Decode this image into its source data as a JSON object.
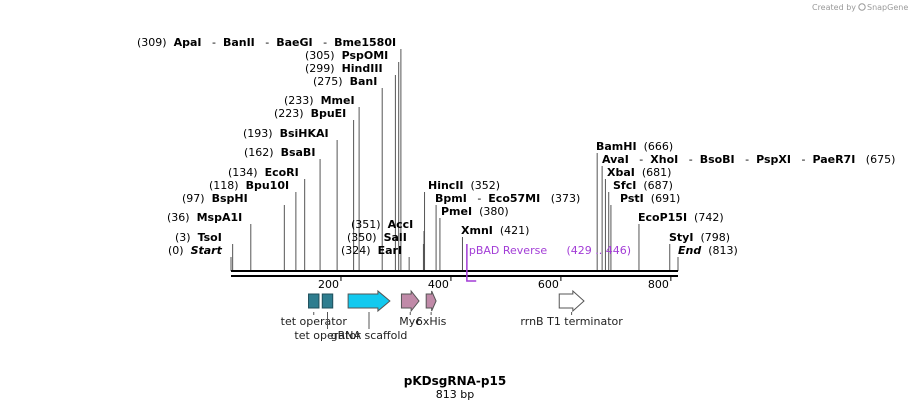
{
  "watermark": {
    "text": "Created by",
    "brand": "SnapGene"
  },
  "map": {
    "name": "pKDsgRNA-p15",
    "length_text": "813 bp",
    "length": 813,
    "ticks": [
      {
        "pos": 200,
        "label": "200"
      },
      {
        "pos": 400,
        "label": "400"
      },
      {
        "pos": 600,
        "label": "600"
      },
      {
        "pos": 800,
        "label": "800"
      }
    ]
  },
  "sites": [
    {
      "id": "apai",
      "pos": 309,
      "parts": [
        {
          "t": "(309)  ",
          "w": "n"
        },
        {
          "t": "ApaI",
          "w": "b"
        },
        {
          "t": "   -  ",
          "w": "n"
        },
        {
          "t": "BanII",
          "w": "b"
        },
        {
          "t": "   -  ",
          "w": "n"
        },
        {
          "t": "BaeGI",
          "w": "b"
        },
        {
          "t": "   -  ",
          "w": "n"
        },
        {
          "t": "Bme1580I",
          "w": "b"
        }
      ]
    },
    {
      "id": "pspomi",
      "pos": 305,
      "parts": [
        {
          "t": "(305)  ",
          "w": "n"
        },
        {
          "t": "PspOMI",
          "w": "b"
        }
      ]
    },
    {
      "id": "hindiii",
      "pos": 299,
      "parts": [
        {
          "t": "(299)  ",
          "w": "n"
        },
        {
          "t": "HindIII",
          "w": "b"
        }
      ]
    },
    {
      "id": "bani",
      "pos": 275,
      "parts": [
        {
          "t": "(275)  ",
          "w": "n"
        },
        {
          "t": "BanI",
          "w": "b"
        }
      ]
    },
    {
      "id": "mmei",
      "pos": 233,
      "parts": [
        {
          "t": "(233)  ",
          "w": "n"
        },
        {
          "t": "MmeI",
          "w": "b"
        }
      ]
    },
    {
      "id": "bpuei",
      "pos": 223,
      "parts": [
        {
          "t": "(223)  ",
          "w": "n"
        },
        {
          "t": "BpuEI",
          "w": "b"
        }
      ]
    },
    {
      "id": "bsihkai",
      "pos": 193,
      "parts": [
        {
          "t": "(193)  ",
          "w": "n"
        },
        {
          "t": "BsiHKAI",
          "w": "b"
        }
      ]
    },
    {
      "id": "bsabi",
      "pos": 162,
      "parts": [
        {
          "t": "(162)  ",
          "w": "n"
        },
        {
          "t": "BsaBI",
          "w": "b"
        }
      ]
    },
    {
      "id": "ecori",
      "pos": 134,
      "parts": [
        {
          "t": "(134)  ",
          "w": "n"
        },
        {
          "t": "EcoRI",
          "w": "b"
        }
      ]
    },
    {
      "id": "bpu10i",
      "pos": 118,
      "parts": [
        {
          "t": "(118)  ",
          "w": "n"
        },
        {
          "t": "Bpu10I",
          "w": "b"
        }
      ]
    },
    {
      "id": "bsphi",
      "pos": 97,
      "parts": [
        {
          "t": "(97)  ",
          "w": "n"
        },
        {
          "t": "BspHI",
          "w": "b"
        }
      ]
    },
    {
      "id": "mspa1i",
      "pos": 36,
      "parts": [
        {
          "t": "(36)  ",
          "w": "n"
        },
        {
          "t": "MspA1I",
          "w": "b"
        }
      ]
    },
    {
      "id": "tsoi",
      "pos": 3,
      "parts": [
        {
          "t": "(3)  ",
          "w": "n"
        },
        {
          "t": "TsoI",
          "w": "b"
        }
      ]
    },
    {
      "id": "start",
      "pos": 0,
      "parts": [
        {
          "t": "(0)  ",
          "w": "n"
        },
        {
          "t": "Start",
          "w": "bi"
        }
      ]
    },
    {
      "id": "acci",
      "pos": 351,
      "parts": [
        {
          "t": "(351)  ",
          "w": "n"
        },
        {
          "t": "AccI",
          "w": "b"
        }
      ]
    },
    {
      "id": "sali",
      "pos": 350,
      "parts": [
        {
          "t": "(350)  ",
          "w": "n"
        },
        {
          "t": "SalI",
          "w": "b"
        }
      ]
    },
    {
      "id": "eari",
      "pos": 324,
      "parts": [
        {
          "t": "(324)  ",
          "w": "n"
        },
        {
          "t": "EarI",
          "w": "b"
        }
      ]
    },
    {
      "id": "hincii",
      "pos": 352,
      "parts": [
        {
          "t": "HincII",
          "w": "b"
        },
        {
          "t": "  (352)",
          "w": "n"
        }
      ]
    },
    {
      "id": "bpmi",
      "pos": 373,
      "parts": [
        {
          "t": "BpmI",
          "w": "b"
        },
        {
          "t": "   -  ",
          "w": "n"
        },
        {
          "t": "Eco57MI",
          "w": "b"
        },
        {
          "t": "   (373)",
          "w": "n"
        }
      ]
    },
    {
      "id": "pmei",
      "pos": 380,
      "parts": [
        {
          "t": "PmeI",
          "w": "b"
        },
        {
          "t": "  (380)",
          "w": "n"
        }
      ]
    },
    {
      "id": "xmni",
      "pos": 421,
      "parts": [
        {
          "t": "XmnI",
          "w": "b"
        },
        {
          "t": "  (421)",
          "w": "n"
        }
      ]
    },
    {
      "id": "bamhi",
      "pos": 666,
      "parts": [
        {
          "t": "BamHI",
          "w": "b"
        },
        {
          "t": "  (666)",
          "w": "n"
        }
      ]
    },
    {
      "id": "avai",
      "pos": 675,
      "parts": [
        {
          "t": "AvaI",
          "w": "b"
        },
        {
          "t": "   -  ",
          "w": "n"
        },
        {
          "t": "XhoI",
          "w": "b"
        },
        {
          "t": "   -  ",
          "w": "n"
        },
        {
          "t": "BsoBI",
          "w": "b"
        },
        {
          "t": "   -  ",
          "w": "n"
        },
        {
          "t": "PspXI",
          "w": "b"
        },
        {
          "t": "   -  ",
          "w": "n"
        },
        {
          "t": "PaeR7I",
          "w": "b"
        },
        {
          "t": "   (675)",
          "w": "n"
        }
      ]
    },
    {
      "id": "xbai",
      "pos": 681,
      "parts": [
        {
          "t": "XbaI",
          "w": "b"
        },
        {
          "t": "  (681)",
          "w": "n"
        }
      ]
    },
    {
      "id": "sfci",
      "pos": 687,
      "parts": [
        {
          "t": "SfcI",
          "w": "b"
        },
        {
          "t": "  (687)",
          "w": "n"
        }
      ]
    },
    {
      "id": "psti",
      "pos": 691,
      "parts": [
        {
          "t": "PstI",
          "w": "b"
        },
        {
          "t": "  (691)",
          "w": "n"
        }
      ]
    },
    {
      "id": "ecop15i",
      "pos": 742,
      "parts": [
        {
          "t": "EcoP15I",
          "w": "b"
        },
        {
          "t": "  (742)",
          "w": "n"
        }
      ]
    },
    {
      "id": "styi",
      "pos": 798,
      "parts": [
        {
          "t": "StyI",
          "w": "b"
        },
        {
          "t": "  (798)",
          "w": "n"
        }
      ]
    },
    {
      "id": "end",
      "pos": 813,
      "parts": [
        {
          "t": "End",
          "w": "bi"
        },
        {
          "t": "  (813)",
          "w": "n"
        }
      ]
    }
  ],
  "primer": {
    "name": "pBAD Reverse",
    "range_text": "(429 .. 446)",
    "start": 429,
    "end": 446,
    "color": "#a23cd6"
  },
  "features": [
    {
      "id": "tet-op-1",
      "kind": "box",
      "start": 141,
      "end": 160,
      "color": "#2e7d8f",
      "label": "tet operator",
      "label_row": 1
    },
    {
      "id": "tet-op-2",
      "kind": "box",
      "start": 166,
      "end": 185,
      "color": "#2e7d8f",
      "label": "tet operator",
      "label_row": 2
    },
    {
      "id": "grna",
      "kind": "arrow",
      "start": 213,
      "end": 289,
      "color": "#12c9ef",
      "label": "gRNA scaffold",
      "label_row": 2
    },
    {
      "id": "myc",
      "kind": "arrow",
      "start": 310,
      "end": 342,
      "color": "#c08aa8",
      "label": "Myc",
      "label_row": 1
    },
    {
      "id": "his",
      "kind": "arrow",
      "start": 355,
      "end": 373,
      "color": "#c08aa8",
      "label": "6xHis",
      "label_row": 1
    },
    {
      "id": "rrnb",
      "kind": "arrow",
      "start": 597,
      "end": 642,
      "color": "#ffffff",
      "label": "rrnB T1 terminator",
      "label_row": 1
    }
  ]
}
